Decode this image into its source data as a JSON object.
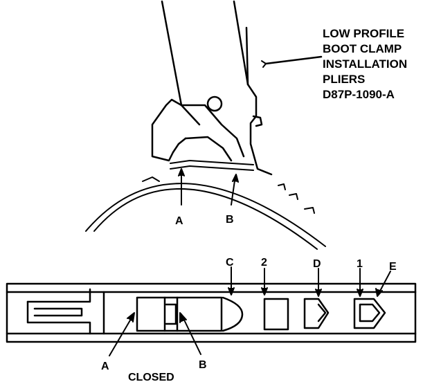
{
  "tool_callout": {
    "lines": [
      "LOW PROFILE",
      "BOOT CLAMP",
      "INSTALLATION",
      "PLIERS",
      "D87P-1090-A"
    ]
  },
  "upper_view": {
    "labels": {
      "a": "A",
      "b": "B"
    }
  },
  "lower_view": {
    "labels": {
      "a": "A",
      "b": "B",
      "c": "C",
      "d": "D",
      "e": "E",
      "one": "1",
      "two": "2"
    },
    "caption": "CLOSED"
  },
  "colors": {
    "ink": "#000000",
    "paper": "#ffffff"
  }
}
